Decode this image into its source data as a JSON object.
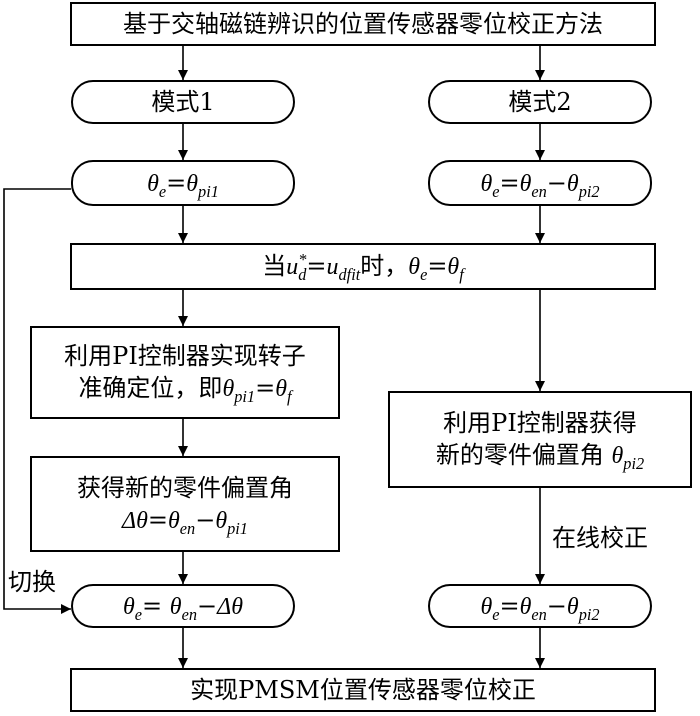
{
  "nodes": {
    "title": "基于交轴磁链辨识的位置传感器零位校正方法",
    "mode1": "模式1",
    "mode2": "模式2",
    "eq_left1": {
      "lhs": "θ",
      "lhs_sub": "e",
      "eq": "=",
      "rhs": "θ",
      "rhs_sub": "pi1"
    },
    "eq_right1": {
      "lhs": "θ",
      "lhs_sub": "e",
      "eq": "=",
      "a": "θ",
      "a_sub": "en",
      "minus": "−",
      "b": "θ",
      "b_sub": "pi2"
    },
    "condition": {
      "pre": "当",
      "u1": "u",
      "u1_sup": "*",
      "u1_sub": "d",
      "eq1": "=",
      "u2": "u",
      "u2_sub": "dfit",
      "mid": "时，",
      "t1": "θ",
      "t1_sub": "e",
      "eq2": "=",
      "t2": "θ",
      "t2_sub": "f"
    },
    "pi_locate": {
      "line1": "利用PI控制器实现转子",
      "line2_pre": "准确定位，即",
      "t1": "θ",
      "t1_sub": "pi1",
      "eq": "=",
      "t2": "θ",
      "t2_sub": "f"
    },
    "new_offset_left": {
      "line1": "获得新的零件偏置角",
      "delta": "Δθ",
      "eq": "=",
      "a": "θ",
      "a_sub": "en",
      "minus": "−",
      "b": "θ",
      "b_sub": "pi1"
    },
    "pi_obtain": {
      "line1": "利用PI控制器获得",
      "line2_pre": "新的零件偏置角 ",
      "t": "θ",
      "t_sub": "pi2"
    },
    "eq_left2": {
      "lhs": "θ",
      "lhs_sub": "e",
      "eq": "= ",
      "a": "θ",
      "a_sub": "en",
      "minus": "−",
      "delta": "Δθ"
    },
    "eq_right2": {
      "lhs": "θ",
      "lhs_sub": "e",
      "eq": "=",
      "a": "θ",
      "a_sub": "en",
      "minus": "−",
      "b": "θ",
      "b_sub": "pi2"
    },
    "final": "实现PMSM位置传感器零位校正"
  },
  "labels": {
    "switch": "切换",
    "online": "在线校正"
  }
}
